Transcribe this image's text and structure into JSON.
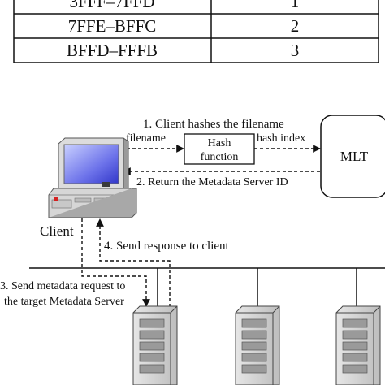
{
  "table": {
    "rows": [
      {
        "range": "3FFF–7FFD",
        "server": "1"
      },
      {
        "range": "7FFE–BFFC",
        "server": "2"
      },
      {
        "range": "BFFD–FFFB",
        "server": "3"
      }
    ]
  },
  "steps": {
    "step1": "1. Client hashes the filename",
    "step2": "2. Return the Metadata Server ID",
    "step3_line1": "3. Send metadata request to",
    "step3_line2": "the target Metadata Server",
    "step4": "4. Send response to client"
  },
  "labels": {
    "filename": "filename",
    "hash_index": "hash index",
    "hash_line1": "Hash",
    "hash_line2": "function",
    "mlt": "MLT",
    "client": "Client"
  }
}
